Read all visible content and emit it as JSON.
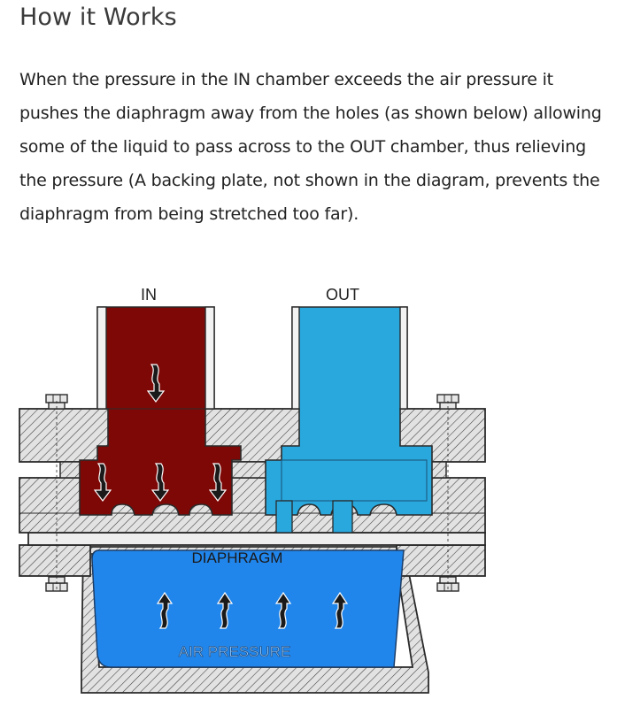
{
  "heading": "How it Works",
  "paragraph": "When the pressure in the IN chamber exceeds the air pressure it pushes the diaphragm away from the holes (as shown below) allowing some of the liquid to pass across to the OUT chamber, thus relieving the pressure (A backing plate, not shown in the diagram, prevents the diaphragm from being stretched too far).",
  "diagram": {
    "in_label": "IN",
    "out_label": "OUT",
    "diaphragm_label": "DIAPHRAGM",
    "air_pressure_label": "AIR PRESSURE"
  },
  "colors": {
    "in_liquid": "#7d0806",
    "out_liquid": "#29a8de",
    "air_chamber": "#2186ec",
    "housing": "#d4d4d4",
    "outline": "#2a2a2a"
  },
  "icons": [
    "down-arrow-icon",
    "up-arrow-icon",
    "bolt-icon"
  ]
}
